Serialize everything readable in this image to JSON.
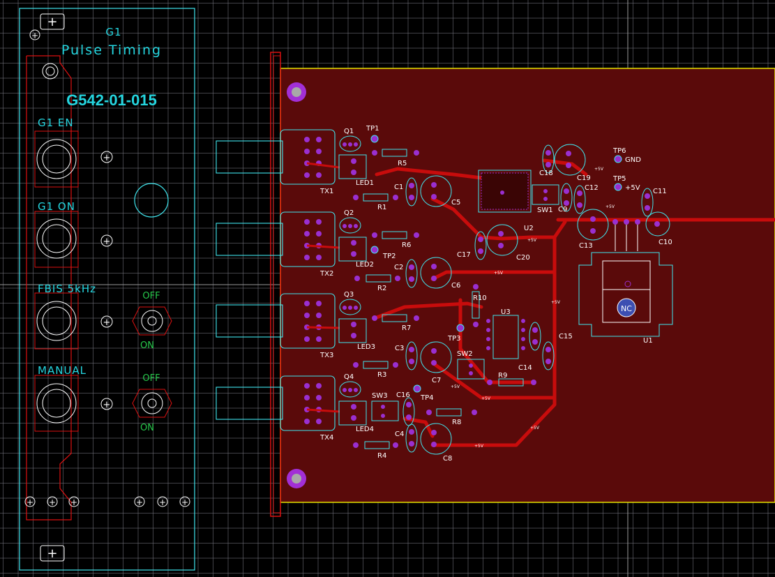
{
  "front_panel": {
    "title": "G1",
    "subtitle": "Pulse Timing",
    "part_number": "G542-01-015",
    "labels": [
      "G1 EN",
      "G1 ON",
      "FBIS 5kHz",
      "MANUAL"
    ],
    "switch_labels": [
      {
        "off": "OFF",
        "on": "ON"
      },
      {
        "off": "OFF",
        "on": "ON"
      }
    ]
  },
  "components": {
    "transformers": [
      "TX1",
      "TX2",
      "TX3",
      "TX4"
    ],
    "transistors": [
      "Q1",
      "Q2",
      "Q3",
      "Q4"
    ],
    "leds": [
      "LED1",
      "LED2",
      "LED3",
      "LED4"
    ],
    "resistors": [
      "R1",
      "R2",
      "R3",
      "R4",
      "R5",
      "R6",
      "R7",
      "R8",
      "R9",
      "R10"
    ],
    "capacitors": [
      "C1",
      "C2",
      "C3",
      "C4",
      "C5",
      "C6",
      "C7",
      "C8",
      "C9",
      "C10",
      "C11",
      "C12",
      "C13",
      "C14",
      "C15",
      "C16",
      "C17",
      "C18",
      "C19",
      "C20"
    ],
    "test_points": [
      "TP1",
      "TP2",
      "TP3",
      "TP4",
      "TP5",
      "TP6"
    ],
    "switches": [
      "SW1",
      "SW2",
      "SW3"
    ],
    "ics": [
      "U1",
      "U2",
      "U3"
    ],
    "net_labels": {
      "gnd": "GND",
      "plus5v": "+5V",
      "nc": "NC"
    }
  },
  "colors": {
    "board_fill": "#5a0a0a",
    "track": "#c80c0c",
    "pad": "#9a2fd0",
    "silkscreen": "#ffffff",
    "outline": "#40e6ee",
    "front_panel_text": "#25d6e0"
  }
}
